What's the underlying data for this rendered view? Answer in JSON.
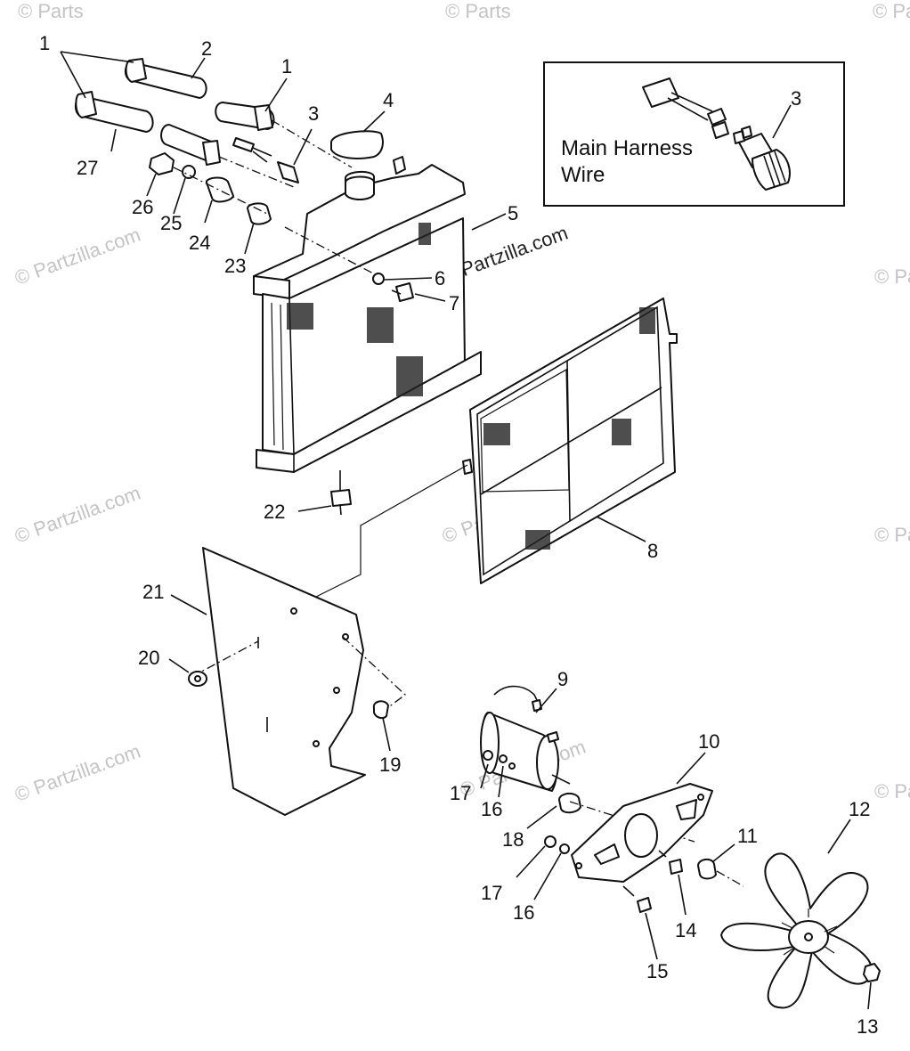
{
  "diagram": {
    "callouts": {
      "c1a": "1",
      "c2": "2",
      "c1b": "1",
      "c3": "3",
      "c4": "4",
      "c27": "27",
      "c26": "26",
      "c25": "25",
      "c24": "24",
      "c23": "23",
      "c5": "5",
      "c6": "6",
      "c7": "7",
      "c8": "8",
      "c22": "22",
      "c21": "21",
      "c20": "20",
      "c19": "19",
      "c9": "9",
      "c10": "10",
      "c11": "11",
      "c12": "12",
      "c13": "13",
      "c14": "14",
      "c15": "15",
      "c16a": "16",
      "c16b": "16",
      "c17a": "17",
      "c17b": "17",
      "c18": "18"
    },
    "inset": {
      "label_line1": "Main Harness",
      "label_line2": "Wire",
      "callout": "3"
    },
    "watermarks": {
      "brand": "© Partzilla.com",
      "brand_short": "© Partzilla.com",
      "corner": "© Parts"
    }
  },
  "colors": {
    "ink": "#111111",
    "watermark": "#c4c4c4",
    "background": "#ffffff"
  }
}
